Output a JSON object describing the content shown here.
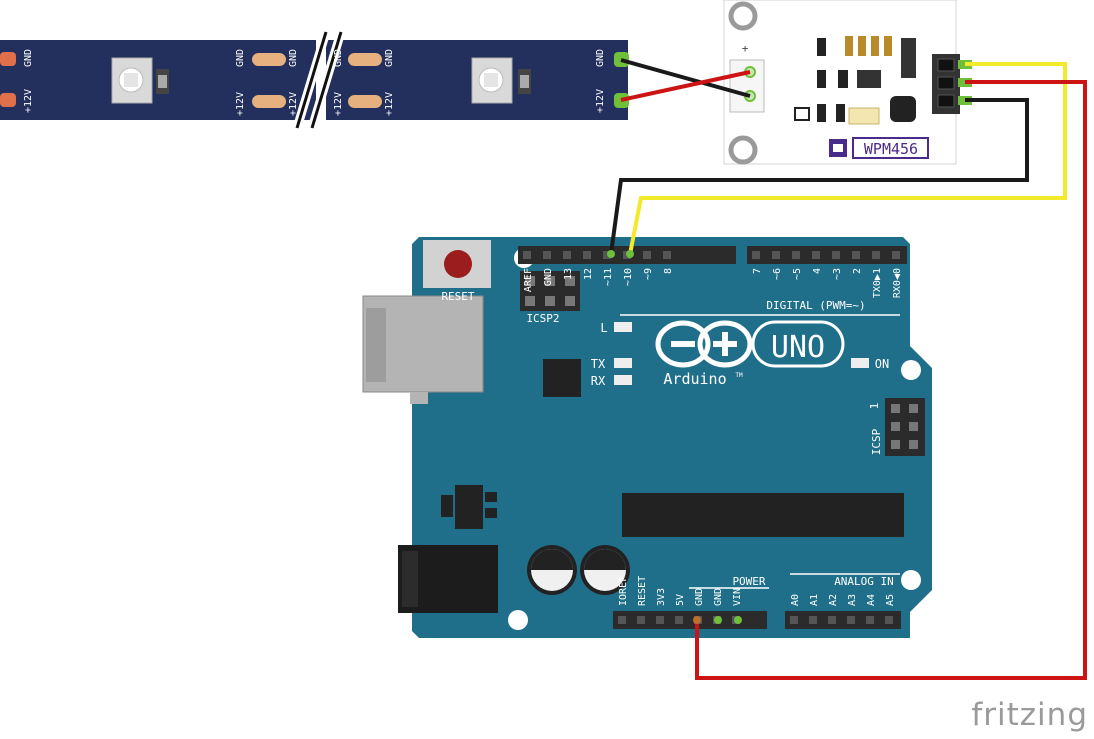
{
  "strip": {
    "gnd": "GND",
    "v12": "+12V"
  },
  "module": {
    "name": "WPM456",
    "plus": "+"
  },
  "board": {
    "name": "UNO",
    "brand": "Arduino",
    "tm": "TM",
    "reset": "RESET",
    "icsp2": "ICSP2",
    "icsp": "ICSP",
    "icsp_pin1": "1",
    "led_l": "L",
    "led_tx": "TX",
    "led_rx": "RX",
    "led_on": "ON",
    "digital_label": "DIGITAL (PWM=~)",
    "power_label": "POWER",
    "analog_label": "ANALOG IN",
    "digital_left_pins": [
      "AREF",
      "GND",
      "13",
      "12",
      "~11",
      "~10",
      "~9",
      "8"
    ],
    "digital_right_pins": [
      "7",
      "~6",
      "~5",
      "4",
      "~3",
      "2",
      "TX0▶1",
      "RX0◀0"
    ],
    "power_pins": [
      "IOREF",
      "RESET",
      "3V3",
      "5V",
      "GND",
      "GND",
      "VIN"
    ],
    "analog_pins": [
      "A0",
      "A1",
      "A2",
      "A3",
      "A4",
      "A5"
    ]
  },
  "colors": {
    "board": "#1f6f8b",
    "strip": "#232f5c",
    "wire_red": "#cc1414",
    "wire_black": "#1a1a1a",
    "wire_yellow": "#f3ea2a"
  },
  "watermark": "fritzing"
}
